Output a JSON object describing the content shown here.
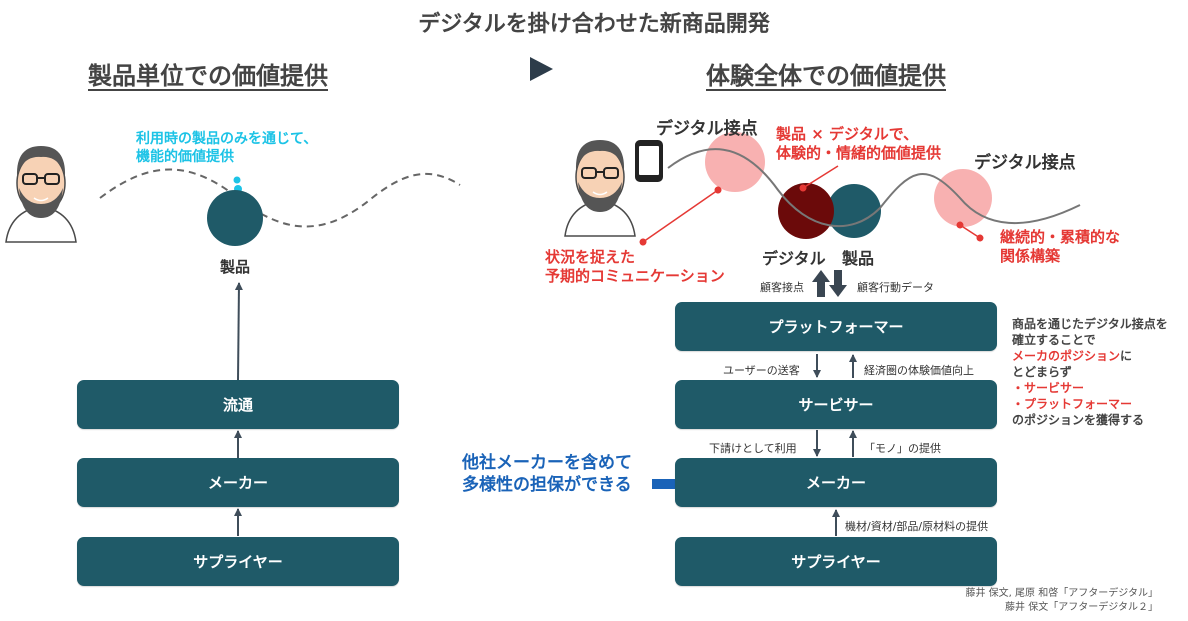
{
  "title": "デジタルを掛け合わせた新商品開発",
  "left": {
    "heading": "製品単位での価値提供",
    "product_note": [
      "利用時の製品のみを通じて、",
      "機能的価値提供"
    ],
    "product_label": "製品",
    "boxes": [
      "流通",
      "メーカー",
      "サプライヤー"
    ]
  },
  "right": {
    "heading": "体験全体での価値提供",
    "touchpoint_left": "デジタル接点",
    "touchpoint_right": "デジタル接点",
    "center_note": [
      "製品 × デジタルで、",
      "体験的・情緒的価値提供"
    ],
    "situation_note": [
      "状況を捉えた",
      "予期的コミュニケーション"
    ],
    "continuous_note": [
      "継続的・累積的な",
      "関係構築"
    ],
    "digital_label": "デジタル",
    "product_label": "製品",
    "customer_touchpoint": "顧客接点",
    "customer_behavior_data": "顧客行動データ",
    "boxes": [
      "プラットフォーマー",
      "サービサー",
      "メーカー",
      "サプライヤー"
    ],
    "arrow_labels": {
      "user_send": "ユーザーの送客",
      "economy_up": "経済圏の体験価値向上",
      "subcontract": "下請けとして利用",
      "mono": "「モノ」の提供",
      "materials": "機材/資材/部品/原材料の提供"
    },
    "side_note": {
      "line1": "商品を通じたデジタル接点を",
      "line2": "確立することで",
      "line3_red": "メーカのポジション",
      "line3_rest": "に",
      "line4": "とどまらず",
      "line5_red": "・サービサー",
      "line6_red": "・プラットフォーマー",
      "line7": "のポジションを獲得する"
    },
    "diversity_note": [
      "他社メーカーを含めて",
      "多様性の担保ができる"
    ]
  },
  "credits": [
    "藤井 保文, 尾原 和啓「アフターデジタル」",
    "藤井 保文「アフターデジタル２」"
  ],
  "colors": {
    "box": "#1f5a68",
    "accent_red": "#e53935",
    "cyan": "#1cc3e6",
    "blue": "#1a63b8",
    "pink": "#f7a8a8",
    "dark_red": "#6b0a0a"
  }
}
